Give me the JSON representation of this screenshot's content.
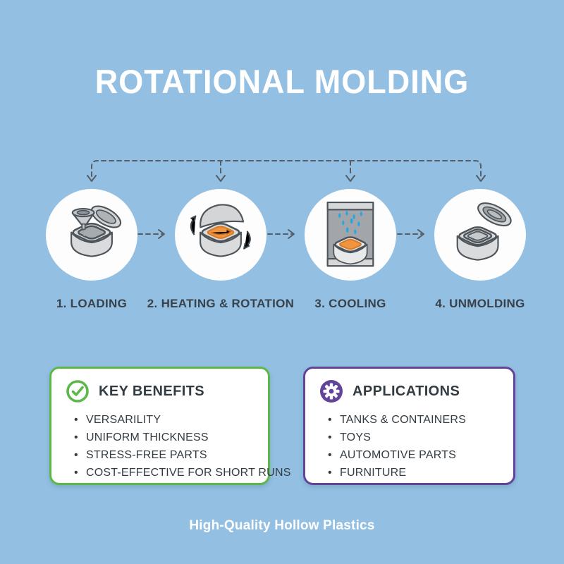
{
  "title": "ROTATIONAL MOLDING",
  "steps": [
    {
      "label": "1. LOADING",
      "icon": "funnel-loading-icon"
    },
    {
      "label": "2. HEATING & ROTATION",
      "icon": "rotating-mold-icon"
    },
    {
      "label": "3. COOLING",
      "icon": "cooling-shower-icon"
    },
    {
      "label": "4. UNMOLDING",
      "icon": "open-mold-icon"
    }
  ],
  "benefits": {
    "title": "KEY BENEFITS",
    "icon": "check-circle-icon",
    "accent": "#5cb848",
    "items": [
      "VERSARILITY",
      "UNIFORM THICKNESS",
      "STRESS-FREE PARTS",
      "COST-EFFECTIVE FOR SHORT RUNS"
    ]
  },
  "applications": {
    "title": "APPLICATIONS",
    "icon": "gear-circle-icon",
    "accent": "#64439a",
    "items": [
      "TANKS & CONTAINERS",
      "TOYS",
      "AUTOMOTIVE PARTS",
      "FURNITURE"
    ]
  },
  "footer": "High-Quality Hollow Plastics",
  "colors": {
    "background": "#93c0e2",
    "title_text": "#ffffff",
    "step_text": "#39424a",
    "connector_gray": "#565d64",
    "molten_orange": "#f0943f",
    "water_blue": "#2ba7e0",
    "benefits_accent": "#5cb848",
    "applications_accent": "#64439a",
    "card_background": "#ffffff"
  }
}
